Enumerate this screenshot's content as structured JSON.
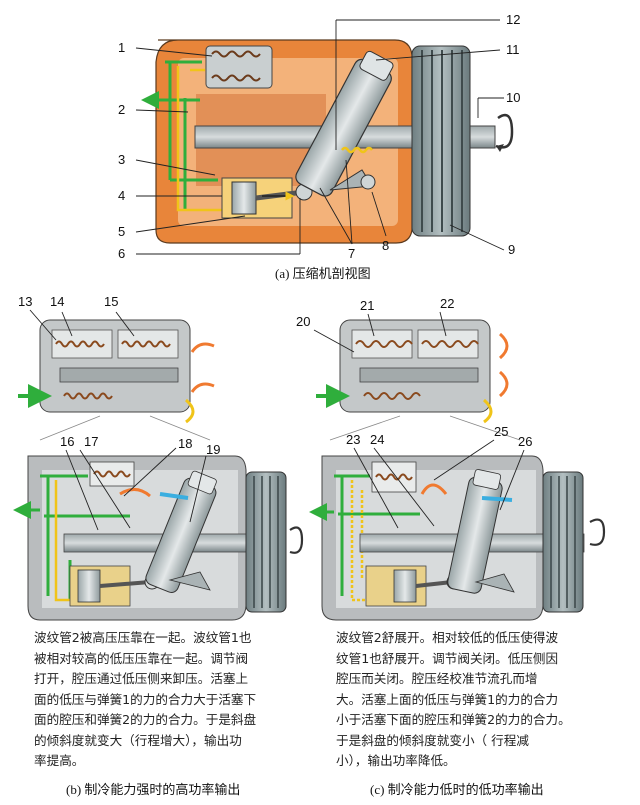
{
  "labels": {
    "n1": "1",
    "n2": "2",
    "n3": "3",
    "n4": "4",
    "n5": "5",
    "n6": "6",
    "n7": "7",
    "n8": "8",
    "n9": "9",
    "n10": "10",
    "n11": "11",
    "n12": "12",
    "n13": "13",
    "n14": "14",
    "n15": "15",
    "n16": "16",
    "n17": "17",
    "n18": "18",
    "n19": "19",
    "n20": "20",
    "n21": "21",
    "n22": "22",
    "n23": "23",
    "n24": "24",
    "n25": "25",
    "n26": "26"
  },
  "captions": {
    "a": "(a) 压缩机剖视图",
    "b": "(b) 制冷能力强时的高功率输出",
    "c": "(c) 制冷能力低时的低功率输出"
  },
  "text_b": [
    "波纹管2被高压压靠在一起。波纹管1也",
    "被相对较高的低压压靠在一起。调节阀",
    "打开，腔压通过低压侧来卸压。活塞上",
    "面的低压与弹簧1的力的合力大于活塞下",
    "面的腔压和弹簧2的力的合力。于是斜盘",
    "的倾斜度就变大（行程增大），输出功",
    "率提高。"
  ],
  "text_c": [
    "波纹管2舒展开。相对较低的低压使得波",
    "纹管1也舒展开。调节阀关闭。低压侧因",
    "腔压而关闭。腔压经校准节流孔而增",
    "大。活塞上面的低压与弹簧1的力的合力",
    "小于活塞下面的腔压和弹簧2的力的合力。",
    "于是斜盘的倾斜度就变小（  行程减",
    "小），输出功率降低。"
  ],
  "colors": {
    "housing": "#e8853a",
    "housing_light": "#f3b27a",
    "grey_housing": "#b9bcbe",
    "pulley": "#8a9a9c",
    "green": "#2fae3c",
    "yellow": "#f0c419",
    "shaft": "#7e8b8e",
    "blue_arrow": "#3aaee0",
    "orange_arrow": "#f07a30"
  }
}
